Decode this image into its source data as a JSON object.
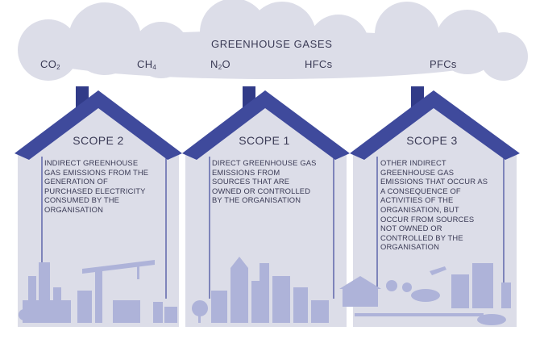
{
  "cloud": {
    "title": "GREENHOUSE GASES",
    "gases": [
      {
        "base": "CO",
        "sub": "2"
      },
      {
        "base": "CH",
        "sub": "4"
      },
      {
        "base": "N",
        "sub": "2",
        "tail": "O"
      },
      {
        "base": "HFCs"
      },
      {
        "base": "PFCs"
      }
    ]
  },
  "scopes": [
    {
      "title": "SCOPE 2",
      "description": "INDIRECT GREENHOUSE GAS EMISSIONS FROM THE GENERATION OF PURCHASED ELECTRICITY CONSUMED BY THE ORGANISATION"
    },
    {
      "title": "SCOPE 1",
      "description": "DIRECT GREENHOUSE GAS EMISSIONS FROM SOURCES THAT ARE OWNED OR CONTROLLED BY THE ORGANISATION"
    },
    {
      "title": "SCOPE 3",
      "description": "OTHER INDIRECT GREENHOUSE GAS EMISSIONS THAT OCCUR AS A CONSEQUENCE OF ACTIVITIES OF THE ORGANISATION, BUT OCCUR FROM SOURCES NOT OWNED OR CONTROLLED BY THE ORGANISATION"
    }
  ],
  "colors": {
    "cloud": "#dcdde8",
    "house": "#dcdde8",
    "roof": "#3f4a9c",
    "roof_dark": "#313b88",
    "line": "#3f4a9c",
    "silhouette": "#aeb3d9",
    "text": "#3a3a55"
  }
}
